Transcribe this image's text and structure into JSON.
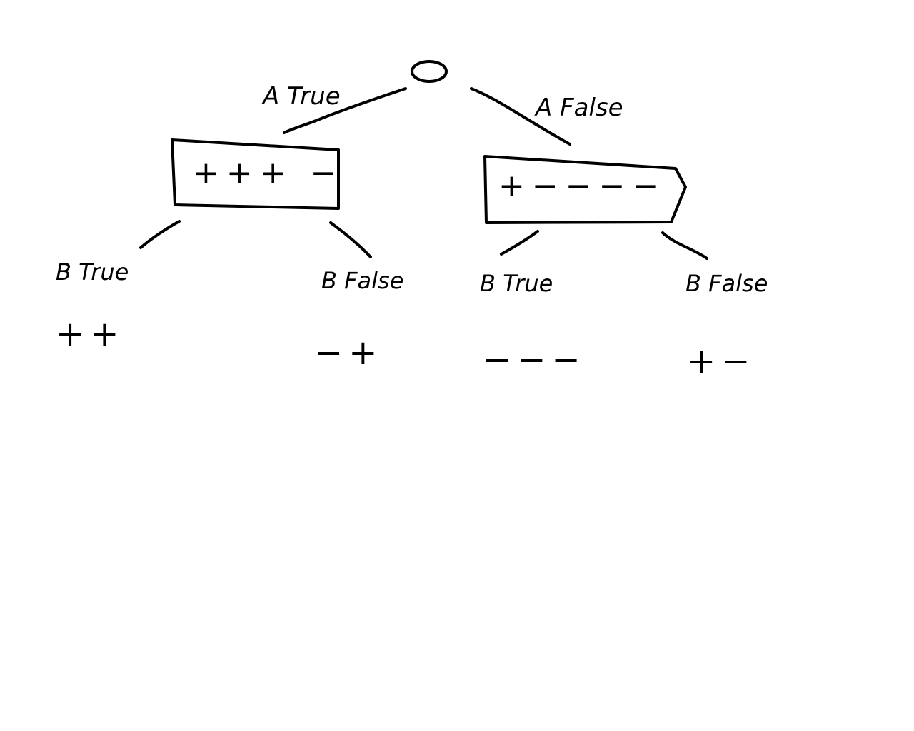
{
  "tree": {
    "root": {
      "label": "O",
      "left_edge_label": "A True",
      "right_edge_label": "A False"
    },
    "left_node": {
      "content": "+++ −",
      "left_edge_label": "B True",
      "right_edge_label": "B False",
      "left_leaf": "++",
      "right_leaf": "−+"
    },
    "right_node": {
      "content": "+−−−−",
      "left_edge_label": "B True",
      "right_edge_label": "B False",
      "left_leaf": "−−−",
      "right_leaf": "+−"
    }
  },
  "colors": {
    "ink": "#000000",
    "background": "#ffffff"
  }
}
